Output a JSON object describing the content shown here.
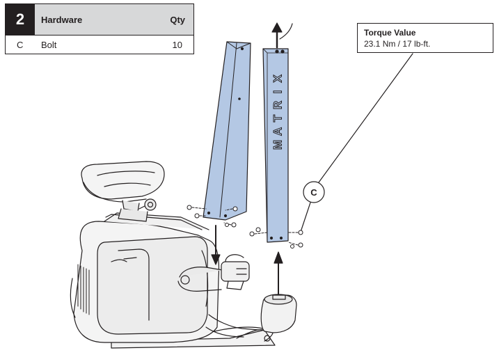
{
  "hardware_table": {
    "step_number": "2",
    "header_label": "Hardware",
    "qty_header": "Qty",
    "rows": [
      {
        "key": "C",
        "name": "Bolt",
        "qty": "10"
      }
    ]
  },
  "torque": {
    "title": "Torque Value",
    "value": "23.1 Nm / 17 lb-ft."
  },
  "callout": {
    "label": "C"
  },
  "upright_logo": {
    "letters": [
      "M",
      "A",
      "T",
      "R",
      "I",
      "X"
    ]
  },
  "colors": {
    "upright_fill": "#b4c8e4",
    "header_fill": "#d7d8d9",
    "line": "#231f20"
  }
}
